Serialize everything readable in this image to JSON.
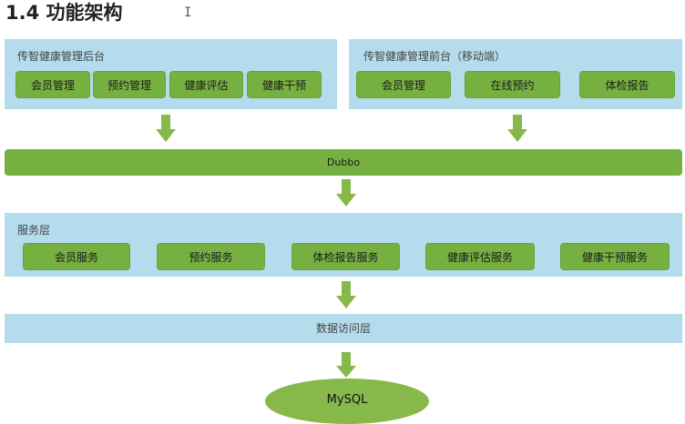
{
  "heading": "1.4 功能架构",
  "cursor": "I",
  "backend": {
    "title": "传智健康管理后台",
    "buttons": [
      "会员管理",
      "预约管理",
      "健康评估",
      "健康干预"
    ]
  },
  "frontend": {
    "title": "传智健康管理前台（移动端）",
    "buttons": [
      "会员管理",
      "在线预约",
      "体检报告"
    ]
  },
  "dubbo": "Dubbo",
  "service": {
    "title": "服务层",
    "buttons": [
      "会员服务",
      "预约服务",
      "体检报告服务",
      "健康评估服务",
      "健康干预服务"
    ]
  },
  "data_access": "数据访问层",
  "database": "MySQL",
  "colors": {
    "panel": "#b4dced",
    "green": "#76b041",
    "ellipse": "#86b84a"
  }
}
